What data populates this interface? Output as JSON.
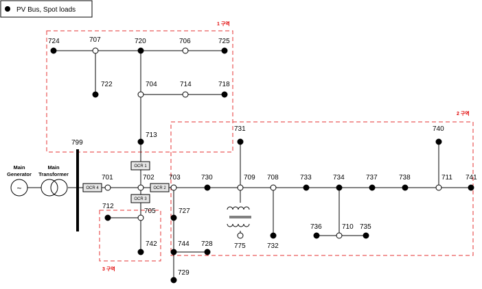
{
  "legend": {
    "text": "PV Bus, Spot loads"
  },
  "zones": [
    {
      "id": "zone-1",
      "label": "1 구역"
    },
    {
      "id": "zone-2",
      "label": "2 구역"
    },
    {
      "id": "zone-3",
      "label": "3 구역"
    }
  ],
  "generator": {
    "line1": "Main",
    "line2": "Generator",
    "symbol": "~"
  },
  "transformer": {
    "line1": "Main",
    "line2": "Transformer"
  },
  "ocr": {
    "ocr4": "OCR 4",
    "ocr1": "OCR 1",
    "ocr2": "OCR 2",
    "ocr3": "OCR 3"
  },
  "nodes": {
    "n799": "799",
    "n724": "724",
    "n707": "707",
    "n720": "720",
    "n706": "706",
    "n725": "725",
    "n722": "722",
    "n704": "704",
    "n714": "714",
    "n718": "718",
    "n713": "713",
    "n701": "701",
    "n702": "702",
    "n703": "703",
    "n730": "730",
    "n709": "709",
    "n708": "708",
    "n733": "733",
    "n734": "734",
    "n737": "737",
    "n738": "738",
    "n711": "711",
    "n741": "741",
    "n731": "731",
    "n740": "740",
    "n712": "712",
    "n705": "705",
    "n742": "742",
    "n727": "727",
    "n744": "744",
    "n728": "728",
    "n729": "729",
    "n775": "775",
    "n732": "732",
    "n736": "736",
    "n710": "710",
    "n735": "735"
  }
}
